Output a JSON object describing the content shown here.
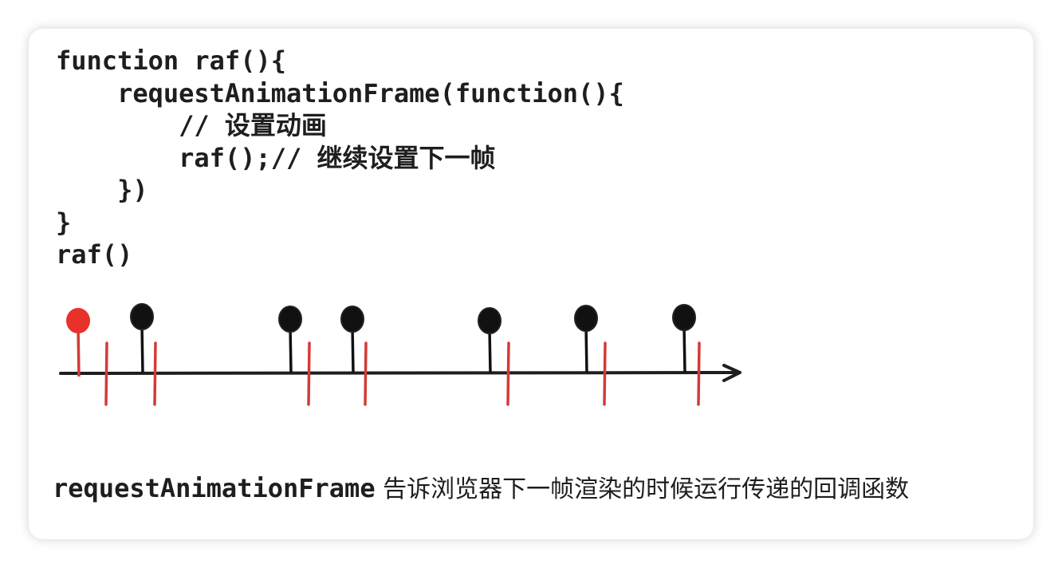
{
  "code_lines": [
    "function raf(){",
    "    requestAnimationFrame(function(){",
    "        // 设置动画",
    "        raf();// 继续设置下一帧",
    "    })",
    "}",
    "raf()"
  ],
  "caption": {
    "code": "requestAnimationFrame",
    "text": " 告诉浏览器下一帧渲染的时候运行传递的回调函数"
  },
  "timeline": {
    "colors": {
      "start_pin": "#e8312a",
      "callback_pin": "#111111",
      "frame_tick": "#d33b36",
      "axis": "#1e1e1e"
    },
    "start_pin_count": 1,
    "callback_pin_count": 6,
    "frame_tick_count": 7
  }
}
